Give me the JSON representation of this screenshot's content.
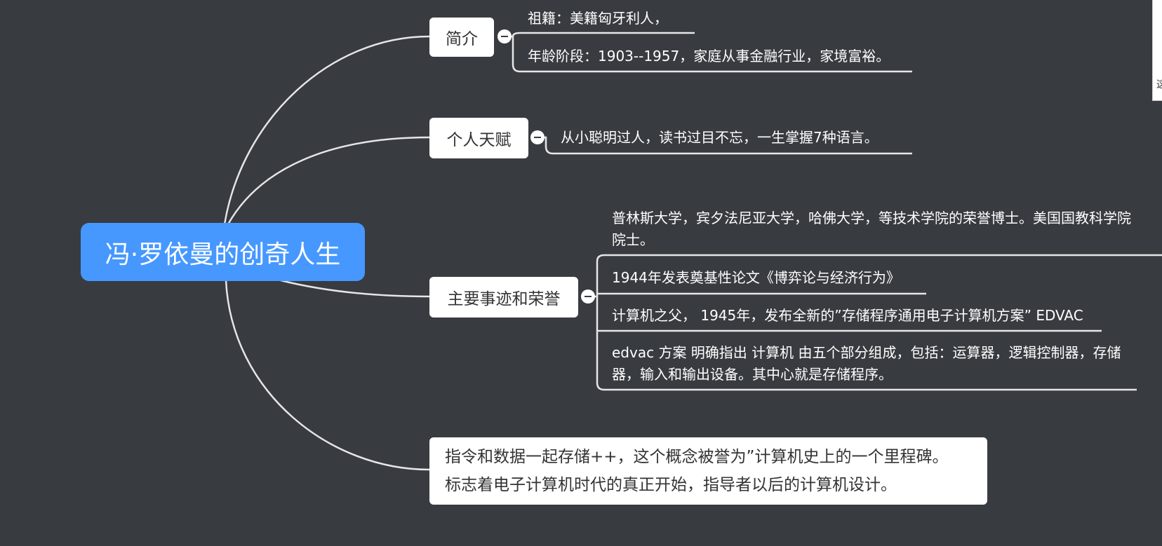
{
  "mindmap": {
    "root": "冯·罗依曼的创奇人生",
    "topics": {
      "intro": {
        "label": "简介",
        "details": [
          "祖籍：美籍匈牙利人，",
          "年龄阶段：1903--1957，家庭从事金融行业，家境富裕。"
        ]
      },
      "talent": {
        "label": "个人天赋",
        "details": [
          "从小聪明过人，读书过目不忘，一生掌握7种语言。"
        ]
      },
      "honors": {
        "label": "主要事迹和荣誉",
        "details": [
          "普林斯大学，宾夕法尼亚大学，哈佛大学，等技术学院的荣誉博士。美国国教科学院院士。",
          "1944年发表奠基性论文《博弈论与经济行为》",
          "计算机之父， 1945年，发布全新的”存储程序通用电子计算机方案” EDVAC",
          "edvac 方案 明确指出 计算机 由五个部分组成，包括：运算器，逻辑控制器，存储器，输入和输出设备。其中心就是存储程序。"
        ]
      },
      "milestone": {
        "lines": [
          "指令和数据一起存储++，这个概念被誉为”计算机史上的一个里程碑。",
          "标志着电子计算机时代的真正开始，指导者以后的计算机设计。"
        ]
      }
    }
  },
  "edge_panel": {
    "char": "这"
  },
  "colors": {
    "background": "#383b40",
    "root_fill": "#4698ff",
    "topic_fill": "#ffffff",
    "line": "#e6e6e6",
    "leaf_text": "#ffffff",
    "topic_text": "#333333"
  }
}
